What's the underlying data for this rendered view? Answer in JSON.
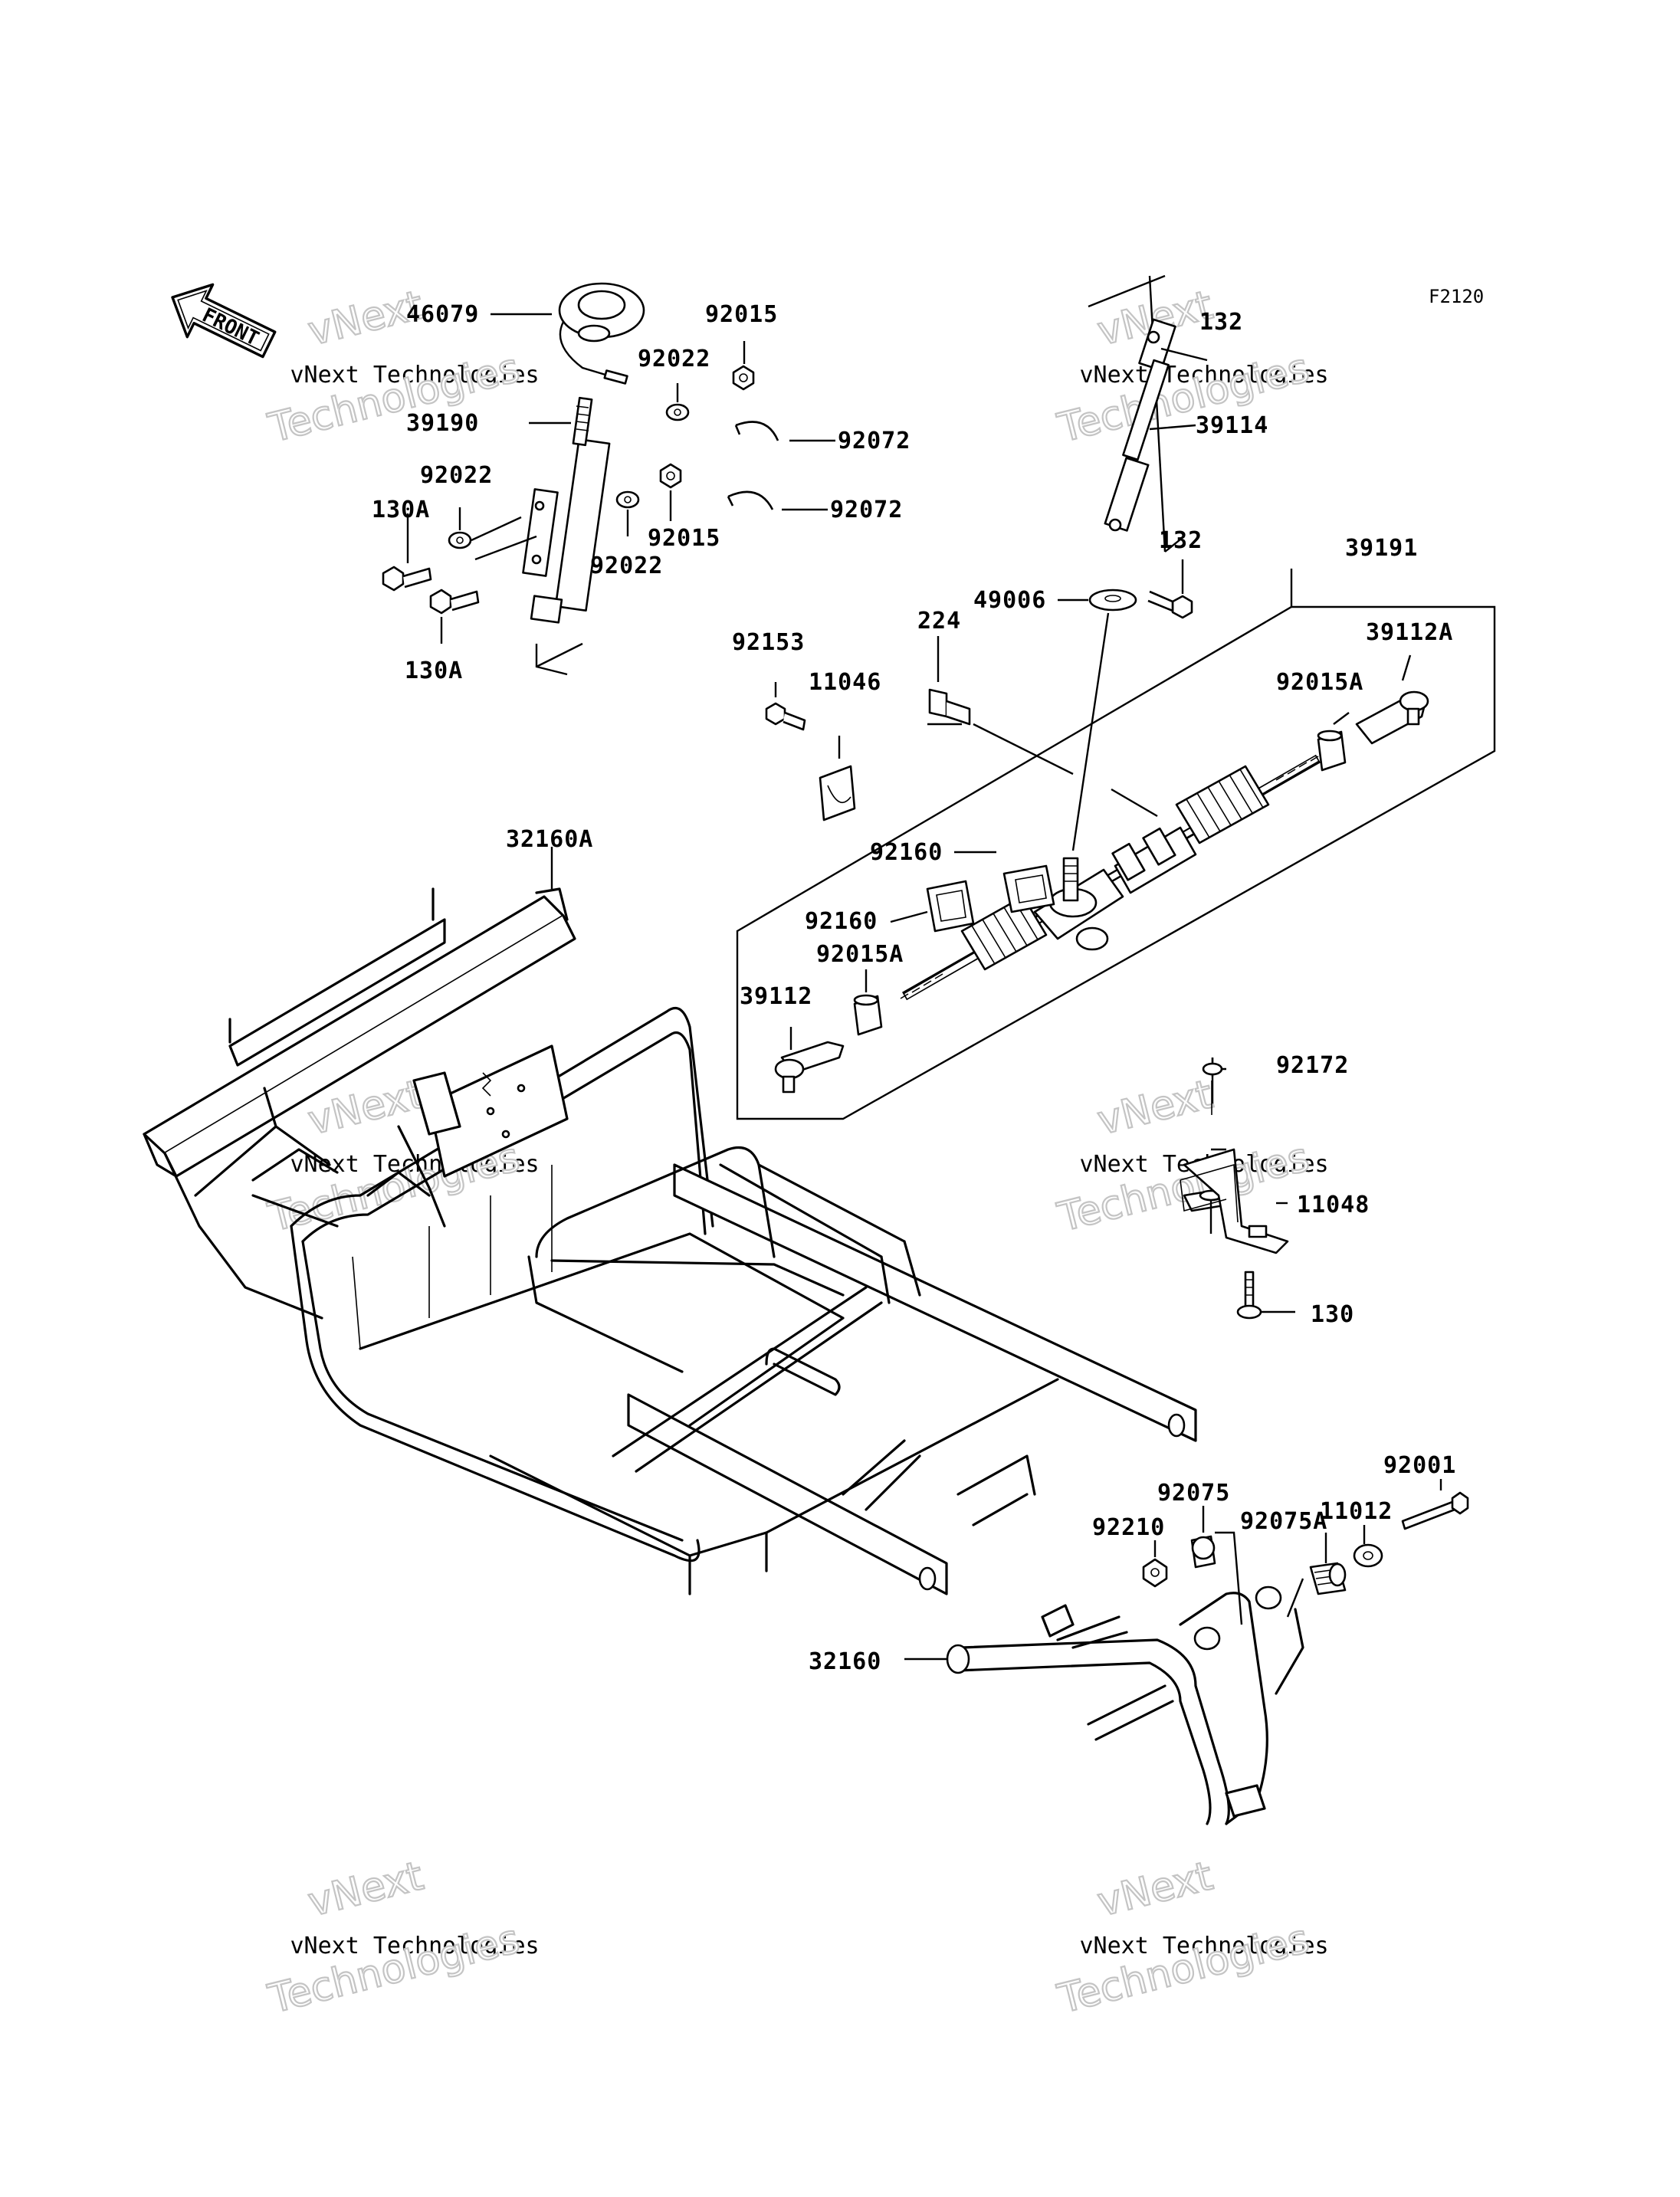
{
  "figure_code": "F2120",
  "front_arrow_label": "FRONT",
  "watermark": {
    "line1": "vNext",
    "line2": "vNext Technologies",
    "line3": "Technologies"
  },
  "callouts": {
    "46079": "46079",
    "92015_top": "92015",
    "92022_top": "92022",
    "39190": "39190",
    "92072_a": "92072",
    "92072_b": "92072",
    "92022_left": "92022",
    "130A_top": "130A",
    "92015_mid": "92015",
    "92022_mid": "92022",
    "130A_bot": "130A",
    "132_top": "132",
    "39114": "39114",
    "132_bot": "132",
    "39191": "39191",
    "49006": "49006",
    "39112A": "39112A",
    "224": "224",
    "92153": "92153",
    "11046": "11046",
    "92015A_right": "92015A",
    "92160_a": "92160",
    "92160_b": "92160",
    "92015A_left": "92015A",
    "39112": "39112",
    "32160A": "32160A",
    "92172": "92172",
    "11048": "11048",
    "130": "130",
    "92001": "92001",
    "92075": "92075",
    "11012": "11012",
    "92210": "92210",
    "92075A": "92075A",
    "32160": "32160"
  }
}
